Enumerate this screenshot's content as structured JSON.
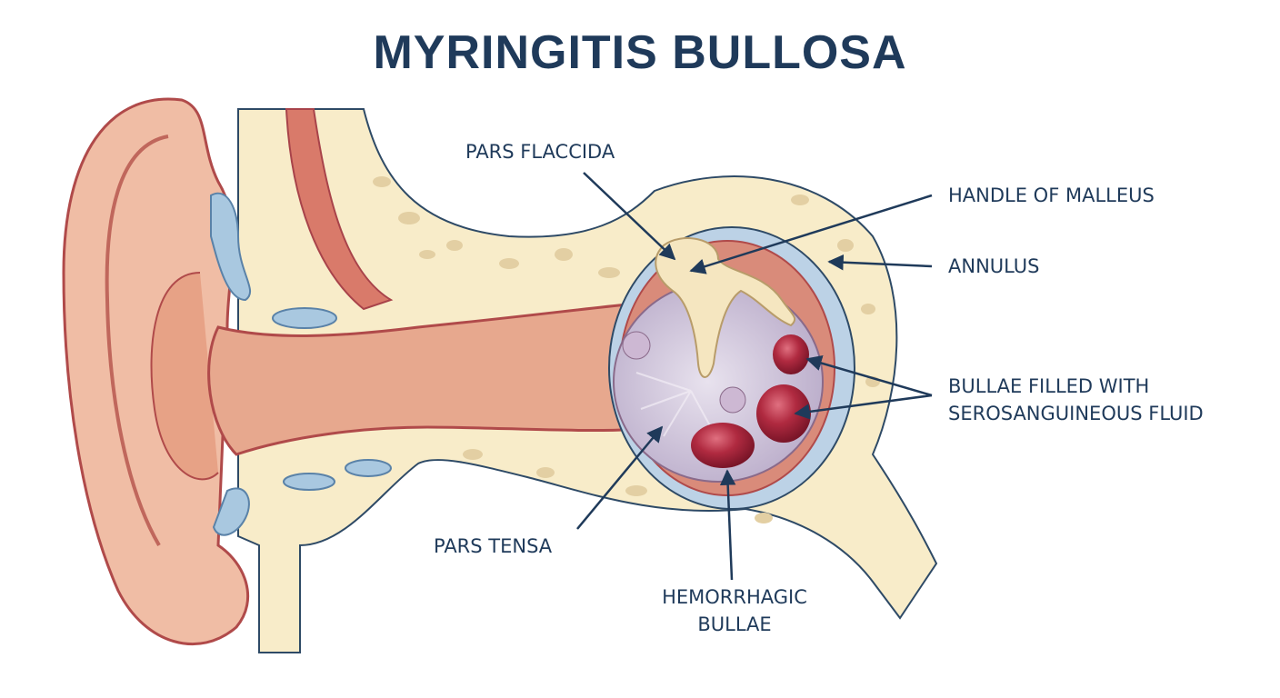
{
  "title": "MYRINGITIS BULLOSA",
  "labels": {
    "pars_flaccida": "PARS FLACCIDA",
    "handle_of_malleus": "HANDLE OF MALLEUS",
    "annulus": "ANNULUS",
    "bullae_line1": "BULLAE FILLED WITH",
    "bullae_line2": "SEROSANGUINEOUS FLUID",
    "pars_tensa": "PARS TENSA",
    "hemorrhagic_line1": "HEMORRHAGIC",
    "hemorrhagic_line2": "BULLAE"
  },
  "colors": {
    "text": "#1f3a5a",
    "skin": "#eab39a",
    "canal": "#e4a88c",
    "bone": "#f3e6c4",
    "cartilage": "#a9c8e0",
    "bulla": "#a8283a",
    "membrane": "#cfc6dc"
  }
}
